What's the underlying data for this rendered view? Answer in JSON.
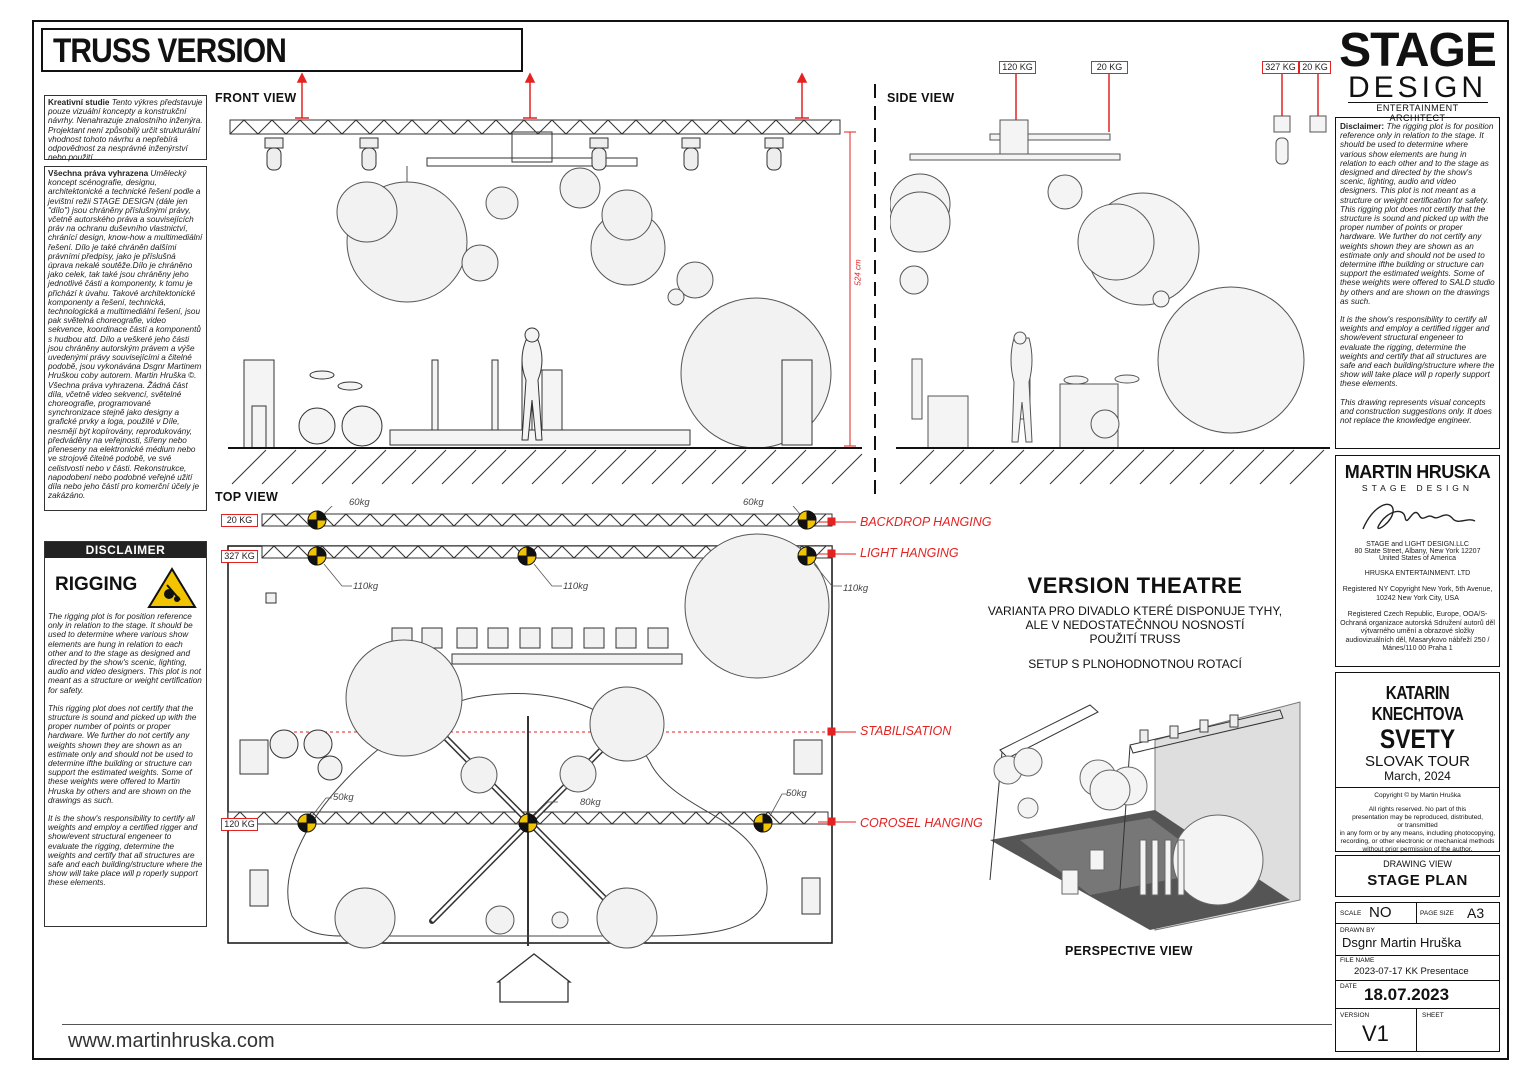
{
  "title": "TRUSS VERSION",
  "views": {
    "front": "FRONT VIEW",
    "side": "SIDE VIEW",
    "top": "TOP VIEW",
    "perspective": "PERSPECTIVE VIEW"
  },
  "dimension_label": "524 cm",
  "left_panel": {
    "studio_heading": "Kreativní studie",
    "studio_text": "Tento výkres představuje pouze vizuální koncepty a konstrukční návrhy. Nenahrazuje znalostního inženýra. Projektant není způsobilý určit strukturální vhodnost tohoto návrhu a nepřebírá odpovědnost za nesprávné inženýrství nebo použití.",
    "rights_heading": "Všechna práva vyhrazena",
    "rights_text": "Umělecký koncept scénografie, designu, architektonické a technické řešení podle a jevištní režii STAGE DESIGN (dále jen \"dílo\") jsou chráněny příslušnými právy, včetně autorského práva a souvisejících práv na ochranu duševního vlastnictví, chránící design, know-how a multimediální řešení. Dílo je také chráněn dalšími právními předpisy, jako je příslušná úprava nekalé soutěže.Dílo je chráněno jako celek, tak také jsou chráněny jeho jednotlivé části a komponenty, k tomu je přichází k úvahu. Takové architektonické komponenty a řešení, technická, technologická a multimediální řešení, jsou pak světelná choreografie, video sekvence, koordinace částí a komponentů s hudbou atd. Dílo a veškeré jeho části jsou chráněny autorským právem a výše uvedenými právy souvisejícími a čitelné podobě, jsou vykonávána Dsgnr Martinem Hruškou coby autorem. Martin Hruška ©. Všechna práva vyhrazena. Žádná část díla, včetně video sekvencí, světelné choreografie, programované synchronizace stejně jako designy a grafické prvky a loga, použité v Díle, nesmějí být kopírovány, reprodukovány, předváděny na veřejnosti, šířeny nebo přeneseny na elektronické médium nebo ve strojově čitelné podobě, ve své celistvosti nebo v části. Rekonstrukce, napodobení nebo podobné veřejné užití díla nebo jeho částí pro komerční účely je zakázáno.",
    "disclaimer_header": "DISCLAIMER",
    "rigging_label": "RIGGING",
    "rigging_text_1": "The rigging plot is for position reference only in relation to the stage. It should be used to determine where various show elements are hung in relation to each other and to the stage as designed and directed by the show's scenic, lighting, audio and video designers. This plot is not meant as a structure or weight certification for safety.",
    "rigging_text_2": "This rigging plot does not certify that the structure is sound and picked up with the proper number of points or proper hardware. We further do not certify any weights shown they are shown as an estimate only and should not be used to determine ifthe building or structure can support the estimated weights. Some of these weights were offered to Martin Hruska by others and are shown on the drawings as such.",
    "rigging_text_3": "It is the show's responsibility to certify all weights and employ a certified rigger and show/event structural engeneer to evaluate the rigging, determine the weights and certify that all structures are safe and each building/structure where the show will take place will p roperly support these elements."
  },
  "weights_top": [
    "120 KG",
    "20 KG",
    "327 KG",
    "20 KG"
  ],
  "top_view": {
    "backdrop_weight": "20 KG",
    "light_weight": "327 KG",
    "corosel_weight": "120 KG",
    "point_loads": [
      "60kg",
      "60kg",
      "110kg",
      "110kg",
      "110kg",
      "50kg",
      "80kg",
      "50kg"
    ],
    "hangings": [
      "BACKDROP HANGING",
      "LIGHT HANGING",
      "STABILISATION",
      "COROSEL HANGING"
    ]
  },
  "version": {
    "title": "VERSION THEATRE",
    "line1": "VARIANTA PRO DIVADLO KTERÉ DISPONUJE TYHY,",
    "line2": "ALE V NEDOSTATEČNNOU NOSNOSTÍ",
    "line3": "POUŽITÍ TRUSS",
    "line4": "SETUP S PLNOHODNOTNOU ROTACÍ"
  },
  "right_panel": {
    "logo_big": "STAGE",
    "logo_mid": "DESIGN",
    "logo_small": "ENTERTAINMENT ARCHITECT",
    "disclaimer_heading": "Disclaimer:",
    "disclaimer_1": "The rigging plot is for position reference only in relation to the stage. It should be used to determine where various show elements are hung in relation to each other and to the stage as designed and directed by the show's scenic, lighting, audio and video designers. This plot is not meant as a structure or weight certification for safety.",
    "disclaimer_2": "This rigging plot does not certify that the structure is sound and picked up with the proper number of points or proper hardware. We further do not certify any weights shown they are shown as an estimate only and should not be used to determine ifthe building or structure can support the estimated weights. Some of these weights were offered to SALD studio by others and are shown on the drawings as such.",
    "disclaimer_3": "It is the show's responsibility to certify all weights and employ a certified rigger and show/event structural engeneer to evaluate the rigging, determine the weights and certify that all structures are safe and each building/structure where the show will take place will p roperly support these elements.",
    "disclaimer_4": "This drawing represents visual concepts and construction suggestions only. It does not replace the knowledge engineer.",
    "mh_name": "MARTIN HRUSKA",
    "mh_sub": "STAGE DESIGN",
    "company": "STAGE and LIGHT DESIGN.LLC",
    "address1": "80 State Street, Albany, New York 12207",
    "address2": "United States of America",
    "hruska": "HRUSKA ENTERTAINMENT. LTD",
    "registered1": "Registered NY Copyright New York, 5th Avenue, 10242 New York City, USA",
    "registered2": "Registered Czech Republic, Europe, OOA/S-Ochraná organizace autorská Sdružení autorů děl výtvarného umění a obrazové složky audiovizuálních děl, Masarykovo nábřeží 250 / Mánes/110 00 Praha 1",
    "artist": "KATARIN KNECHTOVA",
    "show": "SVETY",
    "tour": "SLOVAK TOUR",
    "date_tour": "March, 2024",
    "copyright": "Copyright © by Martin Hruška",
    "rights_reserved": "All rights reserved. No part of this presentation may be reproduced, distributed, or transmitted",
    "rights_more": "in any form or by  any means, including photocopying, recording, or other electronic or mechanical methods without prior permission of  the author.",
    "drawing_view_label": "DRAWING VIEW",
    "drawing_view": "STAGE PLAN",
    "scale_label": "SCALE",
    "scale": "NO",
    "page_size_label": "PAGE SIZE",
    "page_size": "A3",
    "drawn_by_label": "DRAWN BY",
    "drawn_by": "Dsgnr Martin Hruška",
    "file_name_label": "FILE NAME",
    "file_name": "2023-07-17 KK Presentace",
    "date_label": "DATE",
    "date": "18.07.2023",
    "version_label": "VERSION",
    "version": "V1",
    "sheet_label": "SHEET"
  },
  "website": "www.martinhruska.com",
  "colors": {
    "accent_red": "#e32222",
    "hazard_yellow": "#f2c400"
  }
}
